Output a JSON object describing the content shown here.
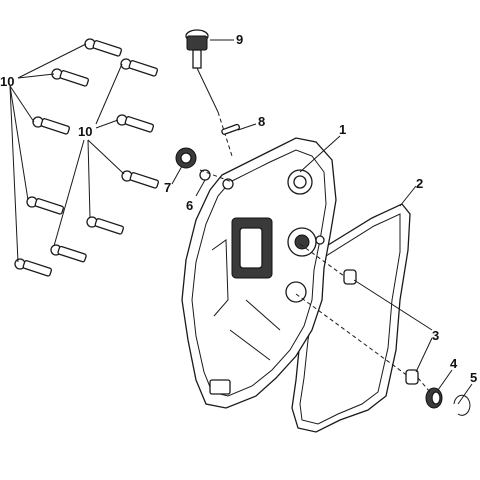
{
  "labels": {
    "l1": "1",
    "l2": "2",
    "l3": "3",
    "l4": "4",
    "l5": "5",
    "l6": "6",
    "l7": "7",
    "l8": "8",
    "l9": "9",
    "l10a": "10",
    "l10b": "10"
  },
  "colors": {
    "line": "#1a1a1a",
    "background": "#ffffff"
  }
}
